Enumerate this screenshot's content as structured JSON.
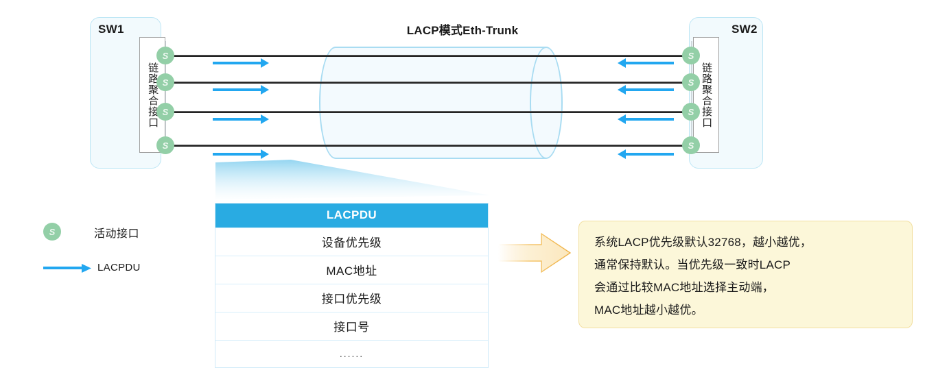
{
  "diagram": {
    "title": "LACP模式Eth-Trunk"
  },
  "switches": [
    {
      "id": "sw1",
      "label": "SW1",
      "module_label": "链路聚合接口",
      "node_icon": "S",
      "ports": 4
    },
    {
      "id": "sw2",
      "label": "SW2",
      "module_label": "链路聚合接口",
      "node_icon": "S",
      "ports": 4
    }
  ],
  "links": [
    {
      "index": 1,
      "left_arrow_label": "LACPDU",
      "right_arrow_label": "LACPDU"
    },
    {
      "index": 2,
      "left_arrow_label": "LACPDU",
      "right_arrow_label": "LACPDU"
    },
    {
      "index": 3,
      "left_arrow_label": "LACPDU",
      "right_arrow_label": "LACPDU"
    },
    {
      "index": 4,
      "left_arrow_label": "LACPDU",
      "right_arrow_label": "LACPDU"
    }
  ],
  "lacpdu_table": {
    "header": "LACPDU",
    "rows": [
      "设备优先级",
      "MAC地址",
      "接口优先级",
      "接口号",
      "......"
    ]
  },
  "note": {
    "lines": [
      "系统LACP优先级默认32768，越小越优，",
      "通常保持默认。当优先级一致时LACP",
      "会通过比较MAC地址选择主动端，",
      "MAC地址越小越优。"
    ]
  },
  "legend": {
    "items": [
      {
        "icon": "S",
        "label": "活动接口"
      },
      {
        "icon": "arrow-right-icon",
        "label": "LACPDU"
      }
    ]
  },
  "colors": {
    "chassis_fill": "#f2fafd",
    "chassis_border": "#bde6f5",
    "node_green": "#93cfa7",
    "lacpdu_blue": "#22a7f0",
    "table_header_blue": "#29abe2",
    "note_fill": "#fcf7d9",
    "note_border": "#f2dfa0",
    "trunk_fill": "#f3fafe",
    "trunk_border": "#a9dcf2",
    "transition_arrow": "#fae3b4"
  }
}
